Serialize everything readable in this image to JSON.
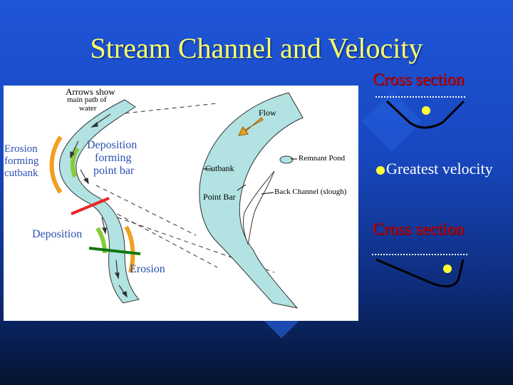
{
  "slide": {
    "title": "Stream Channel and Velocity"
  },
  "diagram": {
    "labels": {
      "arrows_note_1": "Arrows show",
      "arrows_note_2": "main path of",
      "arrows_note_3": "water",
      "erosion_cutbank_1": "Erosion",
      "erosion_cutbank_2": "forming",
      "erosion_cutbank_3": "cutbank",
      "deposition_pointbar_1": "Deposition",
      "deposition_pointbar_2": "forming",
      "deposition_pointbar_3": "point bar",
      "deposition": "Deposition",
      "erosion": "Erosion",
      "flow": "Flow",
      "cutbank": "Cutbank",
      "remnant_pond": "Remnant Pond",
      "point_bar": "Point Bar",
      "back_channel": "Back Channel (slough)"
    },
    "colors": {
      "water": "#b2e2e2",
      "erosion": "#f0a020",
      "deposition": "#88cc33",
      "section_red": "#ee2222",
      "section_green": "#117711"
    }
  },
  "cross_section_1": {
    "title": "Cross section"
  },
  "cross_section_2": {
    "title": "Cross section"
  },
  "legend": {
    "label": "Greatest velocity",
    "color": "#ffff33"
  }
}
